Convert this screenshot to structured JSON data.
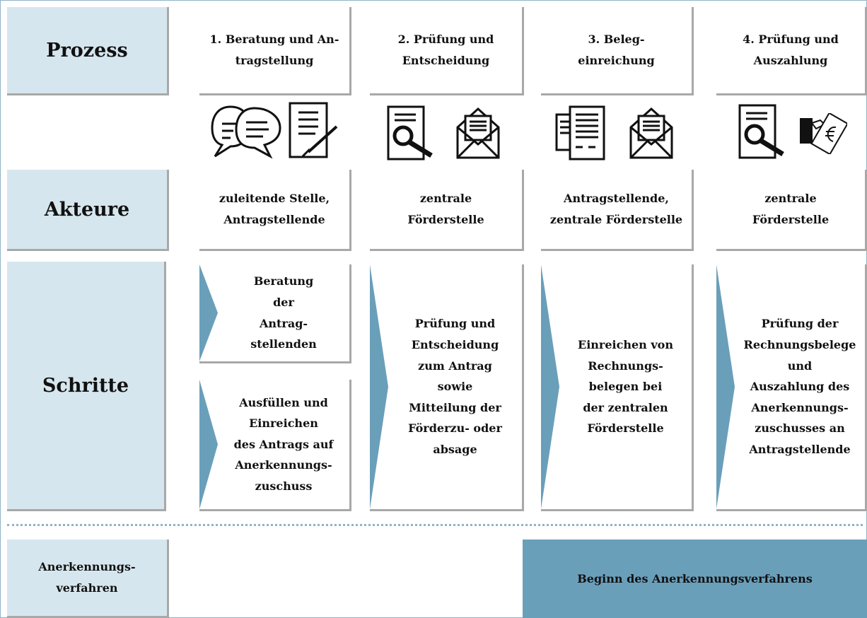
{
  "rows": {
    "prozess": "Prozess",
    "akteure": "Akteure",
    "schritte": "Schritte",
    "anerkennung": "Anerkennungs-\nverfahren"
  },
  "phases": [
    {
      "title": "1. Beratung und An-\ntragstellung",
      "actors": "zuleitende Stelle,\nAntragstellende",
      "icons": [
        "speech-bubbles-icon",
        "document-pen-icon"
      ]
    },
    {
      "title": "2. Prüfung und\nEntscheidung",
      "actors": "zentrale\nFörderstelle",
      "icons": [
        "document-magnifier-icon",
        "envelope-icon"
      ]
    },
    {
      "title": "3. Beleg-\neinreichung",
      "actors": "Antragstellende,\nzentrale Förderstelle",
      "icons": [
        "documents-stack-icon",
        "envelope-icon"
      ]
    },
    {
      "title": "4. Prüfung und\nAuszahlung",
      "actors": "zentrale\nFörderstelle",
      "icons": [
        "document-magnifier-icon",
        "euro-payment-icon"
      ]
    }
  ],
  "steps": {
    "s1a": "Beratung\nder\nAntrag-\nstellenden",
    "s1b": "Ausfüllen und\nEinreichen\ndes Antrags auf\nAnerkennungs-\nzuschuss",
    "s2": "Prüfung und\nEntscheidung\nzum Antrag\nsowie\nMitteilung der\nFörderzu- oder\nabsage",
    "s3": "Einreichen von\nRechnungs-\nbelegen bei\nder zentralen\nFörderstelle",
    "s4": "Prüfung der\nRechnungsbelege\nund\nAuszahlung des\nAnerkennungs-\nzuschusses an\nAntragstellende"
  },
  "start": "Beginn des Anerkennungsverfahrens",
  "colors": {
    "label_bg": "#d6e6ee",
    "arrow": "#6a9fba",
    "start_bg": "#6a9fba",
    "shadow": "#a8a8a8"
  }
}
